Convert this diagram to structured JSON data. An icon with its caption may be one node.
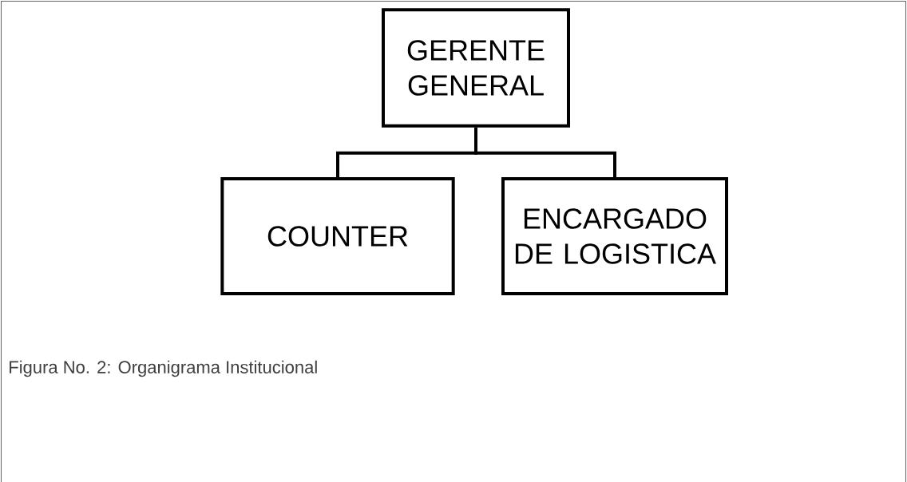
{
  "diagram": {
    "caption": "Figura No. 2: Organigrama Institucional",
    "nodes": [
      {
        "text": [
          "GERENTE GENERAL"
        ]
      },
      {
        "text": [
          "COUNTER"
        ]
      },
      {
        "text": [
          "ENCARGADO DE LOGISTICA"
        ]
      }
    ],
    "edges": [
      {
        "from": 0,
        "to": 1,
        "arrow": "none"
      },
      {
        "from": 0,
        "to": 2,
        "arrow": "none"
      }
    ]
  }
}
